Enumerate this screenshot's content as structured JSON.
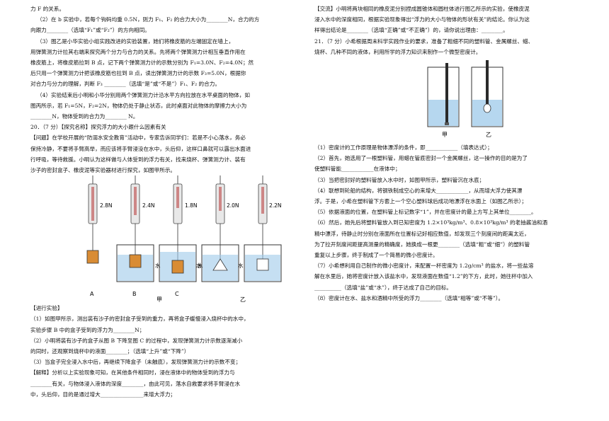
{
  "left": {
    "paras_top": [
      "力 F 的关系。",
      "（2）在 b 实验中，若每个钩码均重 0.5N，则力 F₁、F₂ 的合力大小为________N，合力的方",
      "向跟力________（选填“F₁”或“F₂”）的方向相同。",
      "（3）图乙是小华实验小组实践改进的实验装置，她们将橡皮筋的左端固定在墙上，",
      "用弹簧测力计拉其右端来探究两个分力与合力的关系。先将两个弹簧测力计相互垂直作用在",
      "橡皮筋上，将橡皮筋拉到 B 点，记下两个弹簧测力计的示数分别为 F₁=3.0N、F₂=4.0N；然",
      "后只用一个弹簧测力计把该橡皮筋也拉到 B 点，读出弹簧测力计的示数 F₃=5.0N，根据你",
      "对合力与分力的理解，判断 F₃ ________（选填“是”或“不是”）F₁、F₂ 的合力。",
      "（4）实验结束后小明和小华分别用两个弹簧测力计沿水平方向拉放在水平桌面的物体，如",
      "图丙所示，若 F₁=5N，F₂=2N，物体仍处于静止状态，此时桌面对此物体的摩擦力大小为",
      "________N，物体受到的合力为________ N。",
      "20．（7 分）【探究名称】探究浮力的大小跟什么因素有关",
      "【问题】在学校开展的“防溺水安全教育”活动中，专家告诉同学们：若是不小心落水，务必",
      "保持冷静，不要将手臂高举，而应该将手臂浸没在水中，头后仰，这样口鼻就可以露出水面进",
      "行呼吸，等待救援。小明认为这样做与人体受到的浮力有关，找来烧杯、弹簧测力计、装有",
      "沙子的密封盒子、橡皮泥等实验器材进行探究，如图甲所示。"
    ],
    "paras_bottom": [
      "【进行实验】",
      "（1）如图甲所示，测出装有沙子的密封盒子受到的重力，再将盒子缓慢浸入烧杯中的水中，",
      "实验步骤 B 中的盒子受到的浮力为________N；",
      "（2）小明将装有沙子的盒子从图 B 下降至图 C 的过程中，发现弹簧测力计示数逐渐减小",
      "的同时，还观察到烧杯中的液面________；（选填“上升”或“下降”）",
      "（3）当盒子完全浸入水中后，再继续下降盒子（未触底），发现弹簧测力计的示数不变；",
      "【解释】分析以上实验现象可知，在其他条件相同时，浸在液体中的物体受到的浮力与",
      "________有关，与物体浸入液体的深度________，由此可见，落水自救要求将手臂浸在水",
      "中，头后仰，目的是通过增大________________来增大浮力；"
    ],
    "fig": {
      "readings": [
        "2.8N",
        "2.4N",
        "1.8N",
        "2.0N",
        "2.2N"
      ],
      "labels": [
        "A",
        "B",
        "C"
      ],
      "water": "水",
      "jia": "甲",
      "yi": "乙"
    }
  },
  "right": {
    "paras_top": [
      "【交流】小明将两块相同的橡皮泥分别捏成圆锥体和圆柱体进行图乙所示的实验，使橡皮泥",
      "浸入水中的深度相同，根据实验现象得出“浮力的大小与物体的形状有关”的结论。你认为这",
      "样得出结论是________（选填“正确”或“不正确”）的，请你说出理由：________。",
      "21．（7 分）小希根据周末科学实践作业的要求，准备了粗细不同的塑料管、金属螺丝、蜡、",
      "烧杯、几种不同的液体，利用所学的浮力知识来制作一个微型密度计。"
    ],
    "paras_bottom": [
      "（1）密度计的工作原理是物体漂浮的条件，即____________（填表达式）；",
      "（2）首先，她选用了一根塑料管，用蜡在管底密封一个金属螺丝，这一操作的目的是为了",
      "使塑料管能____________在液体中；",
      "（3）当把密封好的塑料管放入水中时，如图甲所示，塑料管沉在水底；",
      "（4）联想到轮船的结构，将钢铁制成空心的来增大____________，从而增大浮力使其漂",
      "浮。于是，小希在塑料管下方套上一个空心塑料球后成功地漂浮在水面上（如图乙所示）；",
      "（5）依据液面的位置，在塑料管上标记数字“1”，并在密度计的最上方写上其单位________。",
      "（6）然后，她先后将塑料管放入到已知密度为 1.2×10³kg/m³、0.8×10³kg/m³ 的老抽酱油和酒",
      "精中漂浮，待静止时分别在液面所在位置标记好相应数值，却发现三个刻度间的距离太近，",
      "为了拉开刻度间距提高测量的精确度，她换成一根更________（选填“粗”或“细”）的塑料管",
      "重复以上步骤，终于制成了一个简易的微小密度计。",
      "（7）小希想利用自己制作的微小密度计，来配置一杯密度为 1.2g/cm³ 的盐水，将一些盐溶",
      "解在水里后，她将密度计放入该盐水中，发现液面在数值“1.2”的下方，此时，她往杯中加入",
      "__________（选填“盐”或“水”），终于达成了自己的目标。",
      "（8）密度计在水、盐水和酒精中所受的浮力________（选填“相等”或“不等”）。"
    ],
    "fig": {
      "jia": "甲",
      "yi": "乙"
    }
  },
  "colors": {
    "ink": "#111111",
    "water": "#9ec9ea",
    "box": "#d98c34",
    "pipe_dark": "#2a2a2a"
  }
}
